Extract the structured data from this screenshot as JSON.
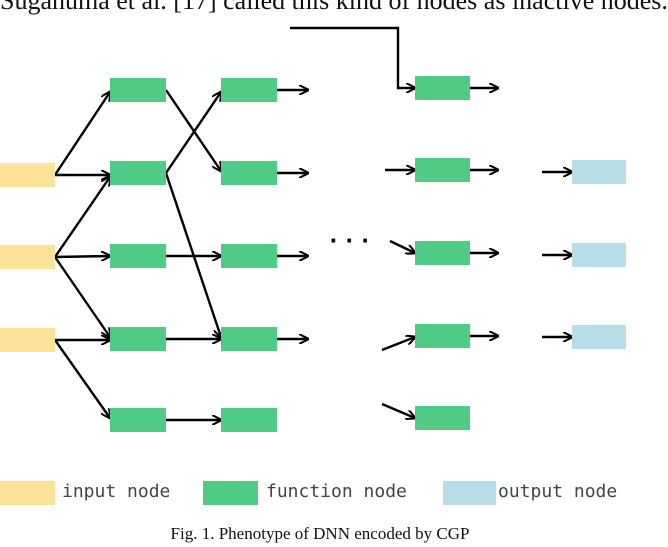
{
  "top_text": "Suganuma et al. [17] called this kind of nodes as inactive nodes.",
  "colors": {
    "input": "#fde29a",
    "function": "#4fcb85",
    "output": "#b7dde6",
    "edge": "#000000"
  },
  "ellipsis": "· · ·",
  "legend": {
    "input_label": "input node",
    "function_label": "function node",
    "output_label": "output node"
  },
  "caption": "Fig. 1.   Phenotype of DNN encoded by CGP"
}
